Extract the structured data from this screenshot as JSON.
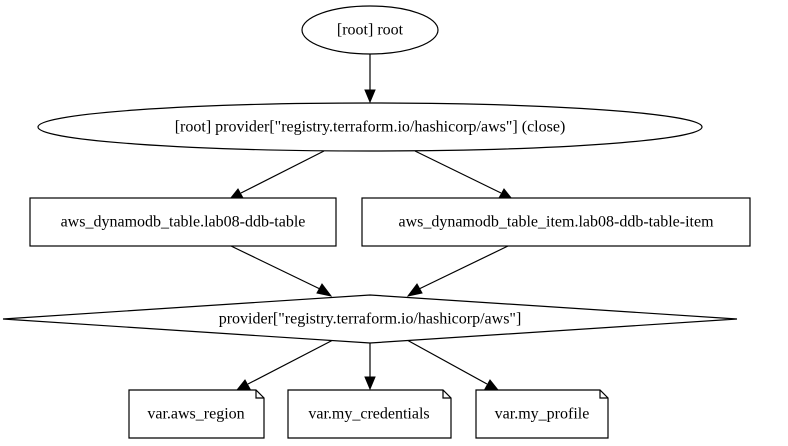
{
  "diagram": {
    "nodes": {
      "root": {
        "label": "[root] root",
        "shape": "ellipse"
      },
      "provider_close": {
        "label": "[root] provider[\"registry.terraform.io/hashicorp/aws\"] (close)",
        "shape": "ellipse"
      },
      "ddb_table": {
        "label": "aws_dynamodb_table.lab08-ddb-table",
        "shape": "box"
      },
      "ddb_table_item": {
        "label": "aws_dynamodb_table_item.lab08-ddb-table-item",
        "shape": "box"
      },
      "provider": {
        "label": "provider[\"registry.terraform.io/hashicorp/aws\"]",
        "shape": "diamond"
      },
      "var_region": {
        "label": "var.aws_region",
        "shape": "note"
      },
      "var_credentials": {
        "label": "var.my_credentials",
        "shape": "note"
      },
      "var_profile": {
        "label": "var.my_profile",
        "shape": "note"
      }
    },
    "edges": [
      {
        "from": "root",
        "to": "provider_close"
      },
      {
        "from": "provider_close",
        "to": "ddb_table"
      },
      {
        "from": "provider_close",
        "to": "ddb_table_item"
      },
      {
        "from": "ddb_table",
        "to": "provider"
      },
      {
        "from": "ddb_table_item",
        "to": "provider"
      },
      {
        "from": "provider",
        "to": "var_region"
      },
      {
        "from": "provider",
        "to": "var_credentials"
      },
      {
        "from": "provider",
        "to": "var_profile"
      }
    ]
  }
}
